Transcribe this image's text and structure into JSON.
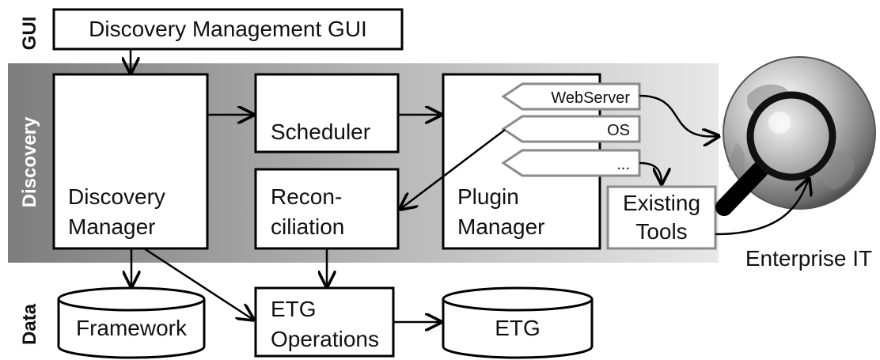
{
  "layers": {
    "gui": "GUI",
    "discovery": "Discovery",
    "data": "Data"
  },
  "boxes": {
    "gui_title": "Discovery Management GUI",
    "discovery_manager": [
      "Discovery",
      "Manager"
    ],
    "scheduler": "Scheduler",
    "reconciliation": [
      "Recon-",
      "ciliation"
    ],
    "plugin_manager": [
      "Plugin",
      "Manager"
    ],
    "existing_tools": [
      "Existing",
      "Tools"
    ],
    "etg_operations": [
      "ETG",
      "Operations"
    ]
  },
  "plugins": [
    "WebServer",
    "OS",
    "..."
  ],
  "databases": {
    "framework": "Framework",
    "etg": "ETG"
  },
  "external": {
    "enterprise_it": "Enterprise IT"
  },
  "colors": {
    "band_dark": "#7d7d7d",
    "band_light": "#e6e6e6",
    "box_fill": "#ffffff",
    "stroke": "#000000",
    "tools_border": "#8a8a8a"
  }
}
